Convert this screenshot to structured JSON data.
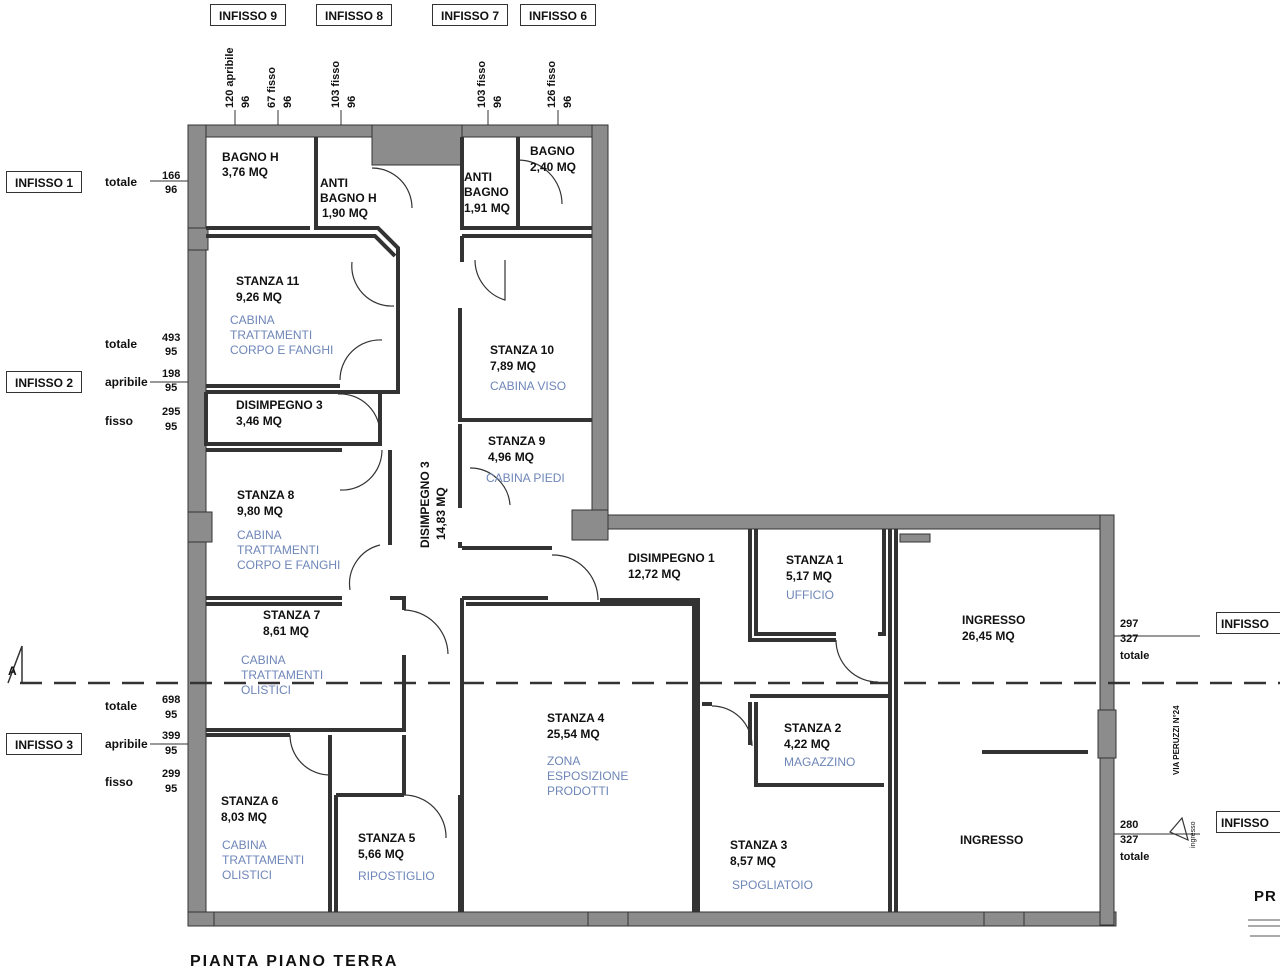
{
  "fixtures": {
    "top": [
      {
        "label": "INFISSO 9",
        "vals": [
          "120 apribile",
          "96",
          "67 fisso",
          "96"
        ]
      },
      {
        "label": "INFISSO 8",
        "vals": [
          "103 fisso",
          "96"
        ]
      },
      {
        "label": "INFISSO 7",
        "vals": [
          "103 fisso",
          "96"
        ]
      },
      {
        "label": "INFISSO 6",
        "vals": [
          "126 fisso",
          "96"
        ]
      }
    ],
    "left": [
      {
        "label": "INFISSO 1",
        "rows": [
          {
            "name": "totale",
            "a": "166",
            "b": "96"
          }
        ]
      },
      {
        "label": "INFISSO 2",
        "rows": [
          {
            "name": "totale",
            "a": "493",
            "b": "95"
          },
          {
            "name": "apribile",
            "a": "198",
            "b": "95"
          },
          {
            "name": "fisso",
            "a": "295",
            "b": "95"
          }
        ]
      },
      {
        "label": "INFISSO 3",
        "rows": [
          {
            "name": "totale",
            "a": "698",
            "b": "95"
          },
          {
            "name": "apribile",
            "a": "399",
            "b": "95"
          },
          {
            "name": "fisso",
            "a": "299",
            "b": "95"
          }
        ]
      }
    ],
    "right": [
      {
        "label": "INFISSO",
        "a": "297",
        "b": "327",
        "c": "totale"
      },
      {
        "label": "INFISSO",
        "a": "280",
        "b": "327",
        "c": "totale"
      }
    ]
  },
  "rooms": [
    {
      "name": "BAGNO H",
      "area": "3,76 MQ"
    },
    {
      "name": "ANTI BAGNO H",
      "area": "1,90 MQ"
    },
    {
      "name": "ANTI BAGNO",
      "area": "1,91 MQ"
    },
    {
      "name": "BAGNO",
      "area": "2,40 MQ"
    },
    {
      "name": "STANZA 11",
      "area": "9,26 MQ",
      "use": "CABINA TRATTAMENTI CORPO E FANGHI"
    },
    {
      "name": "STANZA 10",
      "area": "7,89 MQ",
      "use": "CABINA VISO"
    },
    {
      "name": "DISIMPEGNO 3",
      "area": "3,46 MQ"
    },
    {
      "name": "STANZA 9",
      "area": "4,96 MQ",
      "use": "CABINA PIEDI"
    },
    {
      "name": "STANZA 8",
      "area": "9,80 MQ",
      "use": "CABINA TRATTAMENTI CORPO E FANGHI"
    },
    {
      "name": "DISIMPEGNO 3",
      "area": "14,83 MQ"
    },
    {
      "name": "DISIMPEGNO 1",
      "area": "12,72 MQ"
    },
    {
      "name": "STANZA 1",
      "area": "5,17 MQ",
      "use": "UFFICIO"
    },
    {
      "name": "INGRESSO",
      "area": "26,45 MQ"
    },
    {
      "name": "STANZA 7",
      "area": "8,61 MQ",
      "use": "CABINA TRATTAMENTI OLISTICI"
    },
    {
      "name": "STANZA 4",
      "area": "25,54 MQ",
      "use": "ZONA ESPOSIZIONE PRODOTTI"
    },
    {
      "name": "STANZA 2",
      "area": "4,22 MQ",
      "use": "MAGAZZINO"
    },
    {
      "name": "STANZA 6",
      "area": "8,03 MQ",
      "use": "CABINA TRATTAMENTI OLISTICI"
    },
    {
      "name": "STANZA 5",
      "area": "5,66 MQ",
      "use": "RIPOSTIGLIO"
    },
    {
      "name": "STANZA 3",
      "area": "8,57 MQ",
      "use": "SPOGLIATOIO"
    },
    {
      "name": "INGRESSO",
      "area": ""
    }
  ],
  "street": "VIA PERUZZI N°24",
  "entrance": "ingresso",
  "section_mark": "A",
  "corner_text": "PR",
  "bottom_title": "PIANTA PIANO TERRA"
}
